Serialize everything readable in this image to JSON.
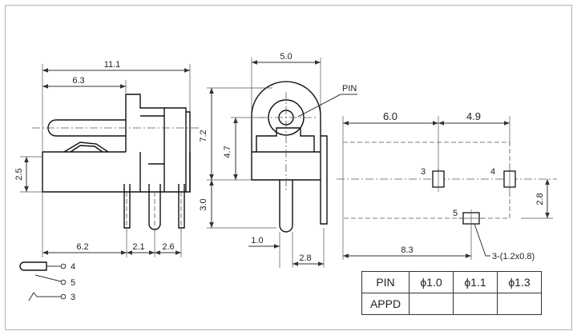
{
  "side_view": {
    "dim_total_length": "11.1",
    "dim_body_length": "6.3",
    "dim_height": "2.5",
    "dim_pin_pos": "6.2",
    "dim_pin_gap1": "2.1",
    "dim_pin_gap2": "2.6"
  },
  "front_view": {
    "dim_width": "5.0",
    "dim_total_height": "7.2",
    "dim_center_height": "4.7",
    "dim_pin_length": "3.0",
    "dim_pin_offset": "1.0",
    "dim_pin_spacing": "2.8",
    "pin_label": "PIN"
  },
  "footprint": {
    "dim_left": "6.0",
    "dim_right": "4.9",
    "dim_vertical": "2.8",
    "dim_bottom": "8.3",
    "pad_left": "3",
    "pad_right": "4",
    "pad_bottom": "5",
    "pad_size_note": "3-(1.2x0.8)"
  },
  "schematic": {
    "pin_a": "4",
    "pin_b": "5",
    "pin_c": "3"
  },
  "pin_table": {
    "header": "PIN",
    "diameters": [
      "ϕ1.0",
      "ϕ1.1",
      "ϕ1.3"
    ],
    "row_label": "APPD"
  }
}
